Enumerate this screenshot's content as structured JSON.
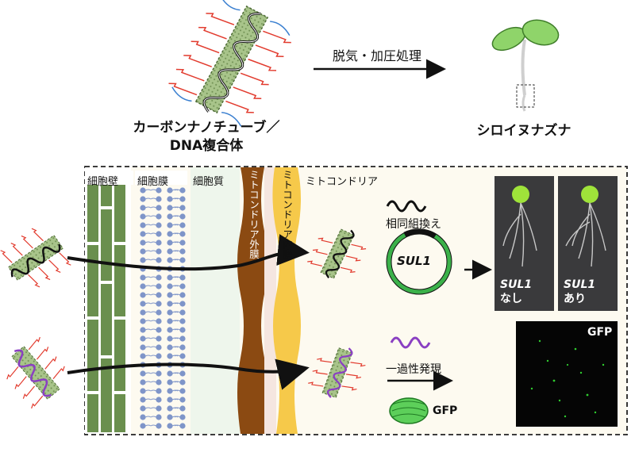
{
  "top": {
    "complex_label_line1": "カーボンナノチューブ／",
    "complex_label_line2": "DNA複合体",
    "process_label": "脱気・加圧処理",
    "plant_label": "シロイヌナズナ"
  },
  "cell_regions": {
    "cell_wall": "細胞壁",
    "cell_membrane": "細胞膜",
    "cytoplasm": "細胞質",
    "outer_membrane": "ミトコンドリア外膜",
    "inner_membrane": "ミトコンドリア内膜",
    "mitochondria": "ミトコンドリア"
  },
  "pathways": {
    "homologous_recombination": "相同組換え",
    "plasmid_gene": "SUL1",
    "transient_expression": "一過性発現",
    "protein_label": "GFP"
  },
  "photos": {
    "left_gene": "SUL1",
    "left_status": "なし",
    "right_gene": "SUL1",
    "right_status": "あり",
    "fluorescence_label": "GFP"
  },
  "colors": {
    "cell_wall": "#6a8f4e",
    "membrane_head": "#7f95c9",
    "cytoplasm": "#eef6ec",
    "outer_membrane": "#8b4a12",
    "inner_membrane": "#f6c94a",
    "nanotube": "#a8c48a",
    "dna_red": "#e23b2e",
    "dna_blue": "#3a7fd0",
    "plasmid_green": "#3bb14a",
    "gfp_purple": "#8a3fc2"
  }
}
